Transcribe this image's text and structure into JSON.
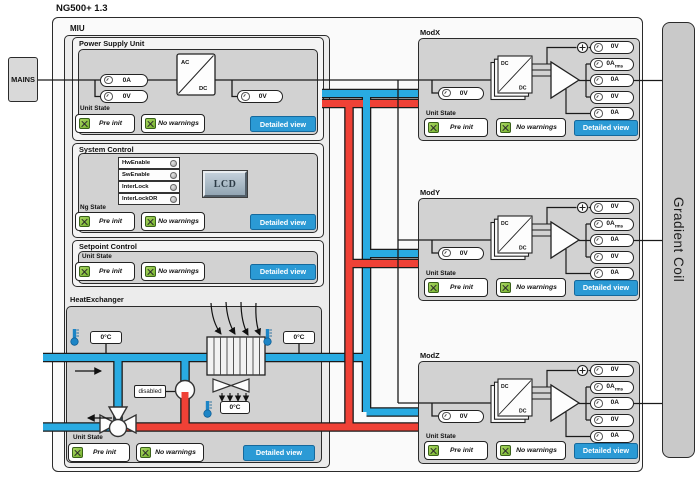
{
  "title": "NG500+ 1.3",
  "mains_label": "MAINS",
  "gradient_coil_label": "Gradient Coil",
  "colors": {
    "pipe_blue": "#29abe2",
    "pipe_red": "#ef4136",
    "button_blue": "#2b9ad5",
    "status_green": "#8cc63f"
  },
  "common": {
    "detailed_view": "Detailed view",
    "unit_state": "Unit State",
    "pre_init": "Pre init",
    "no_warnings": "No warnings",
    "ac": "AC",
    "dc": "DC"
  },
  "miu": {
    "label": "MIU",
    "psu": {
      "title": "Power Supply Unit",
      "meter_current_in": "0A",
      "meter_voltage_in": "0V",
      "meter_voltage_out": "0V"
    },
    "system_control": {
      "title": "System Control",
      "signals": [
        "HwEnable",
        "SwEnable",
        "InterLock",
        "InterLockOR"
      ],
      "lcd": "LCD",
      "state_label": "Ng State"
    },
    "setpoint_control": {
      "title": "Setpoint Control"
    },
    "heat_exchanger": {
      "title": "HeatExchanger",
      "temp_in": "0°C",
      "temp_out": "0°C",
      "temp_fan": "0°C",
      "pump_state": "disabled"
    }
  },
  "modules": [
    {
      "name": "ModX",
      "input_voltage": "0V",
      "outputs": [
        {
          "v": "0V"
        },
        {
          "v": "0A",
          "sub": "rms"
        },
        {
          "v": "0A"
        },
        {
          "v": "0V"
        },
        {
          "v": "0A"
        }
      ]
    },
    {
      "name": "ModY",
      "input_voltage": "0V",
      "outputs": [
        {
          "v": "0V"
        },
        {
          "v": "0A",
          "sub": "rms"
        },
        {
          "v": "0A"
        },
        {
          "v": "0V"
        },
        {
          "v": "0A"
        }
      ]
    },
    {
      "name": "ModZ",
      "input_voltage": "0V",
      "outputs": [
        {
          "v": "0V"
        },
        {
          "v": "0A",
          "sub": "rms"
        },
        {
          "v": "0A"
        },
        {
          "v": "0V"
        },
        {
          "v": "0A"
        }
      ]
    }
  ]
}
